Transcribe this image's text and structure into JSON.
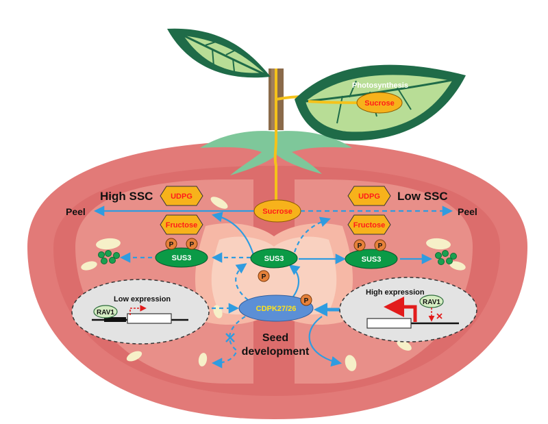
{
  "labels": {
    "photosynthesis": "Photosynthesis",
    "sucrose_leaf": "Sucrose",
    "sucrose_center": "Sucrose",
    "high_ssc": "High SSC",
    "low_ssc": "Low SSC",
    "peel_left": "Peel",
    "peel_right": "Peel",
    "udpg_left": "UDPG",
    "udpg_right": "UDPG",
    "fructose_left": "Fructose",
    "fructose_right": "Fructose",
    "sus3_left": "SUS3",
    "sus3_center": "SUS3",
    "sus3_right": "SUS3",
    "phospho": "P",
    "cdpk": "CDPK27/26",
    "low_expression": "Low expression",
    "high_expression": "High expression",
    "rav1_left": "RAV1",
    "rav1_right": "RAV1",
    "seed_line1": "Seed",
    "seed_line2": "development"
  },
  "colors": {
    "fruit_outer": "#e27a78",
    "fruit_mid": "#d96968",
    "locule": "#f0a79c",
    "core": "#f8c9b6",
    "arrow_blue": "#2f9ce0",
    "hex_fill": "#f7b21b",
    "label_red": "#ff1a1a",
    "sus3_green": "#0b9a46",
    "cdpk_blue": "#5b8fd6",
    "phospho_orange": "#e6813a",
    "leaf_dark": "#1f6b48",
    "leaf_light": "#b8dd96"
  }
}
